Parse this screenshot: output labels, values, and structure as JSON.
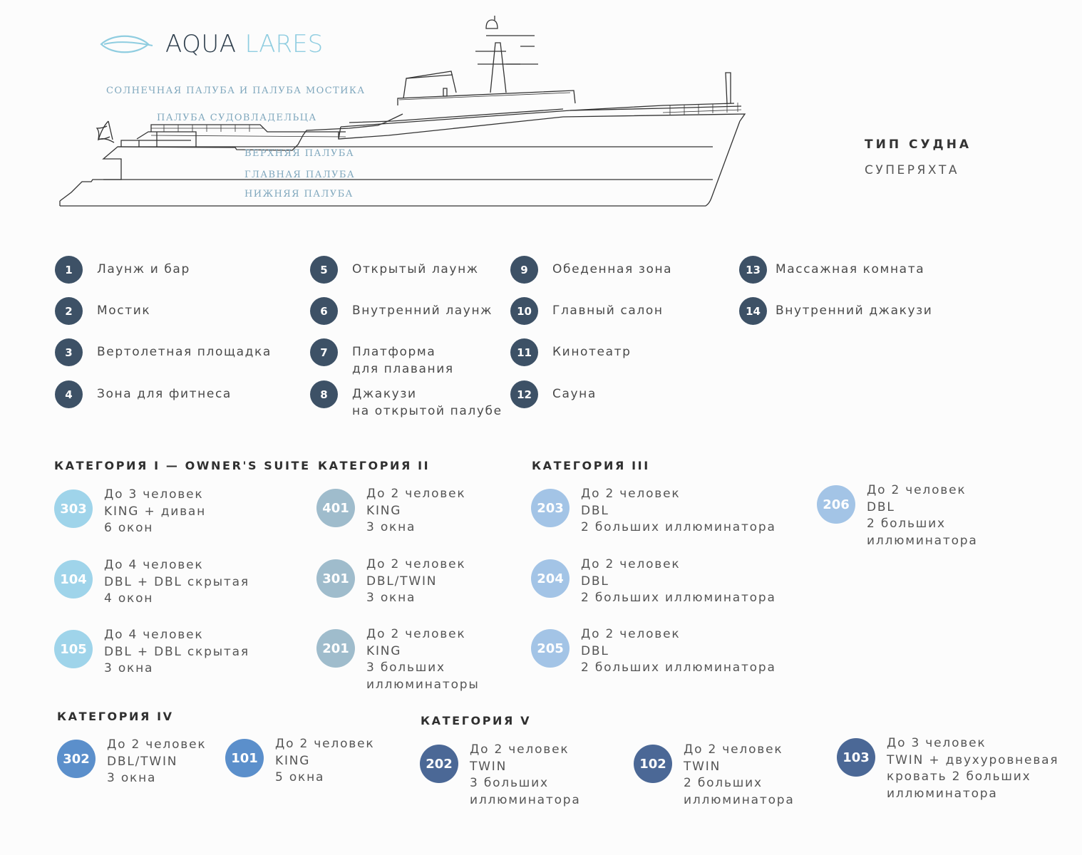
{
  "logo": {
    "word1": "AQUA",
    "word2": "LARES",
    "icon": "leaf-icon",
    "colors": {
      "dark": "#2f3f4d",
      "light": "#8fcde0"
    }
  },
  "decks": [
    "СОЛНЕЧНАЯ ПАЛУБА И ПАЛУБА МОСТИКА",
    "ПАЛУБА СУДОВЛАДЕЛЬЦА",
    "ВЕРХНЯЯ ПАЛУБА",
    "ГЛАВНАЯ ПАЛУБА",
    "НИЖНЯЯ ПАЛУБА"
  ],
  "vessel_type": {
    "heading": "ТИП СУДНА",
    "value": "СУПЕРЯХТА"
  },
  "legend": [
    {
      "num": "1",
      "label": "Лаунж и бар"
    },
    {
      "num": "2",
      "label": "Мостик"
    },
    {
      "num": "3",
      "label": "Вертолетная площадка"
    },
    {
      "num": "4",
      "label": "Зона для фитнеса"
    },
    {
      "num": "5",
      "label": "Открытый лаунж"
    },
    {
      "num": "6",
      "label": "Внутренний лаунж"
    },
    {
      "num": "7",
      "label": "Платформа\nдля плавания"
    },
    {
      "num": "8",
      "label": "Джакузи\nна открытой палубе"
    },
    {
      "num": "9",
      "label": "Обеденная зона"
    },
    {
      "num": "10",
      "label": "Главный салон"
    },
    {
      "num": "11",
      "label": "Кинотеатр"
    },
    {
      "num": "12",
      "label": "Сауна"
    },
    {
      "num": "13",
      "label": "Массажная комната"
    },
    {
      "num": "14",
      "label": "Внутренний джакузи"
    }
  ],
  "categories": [
    {
      "title": "КАТЕГОРИЯ I — OWNER'S SUITE",
      "color": "#9fd4ea",
      "cabins": [
        {
          "num": "303",
          "lines": [
            "До 3 человек",
            "KING + диван",
            "6 окон"
          ]
        },
        {
          "num": "104",
          "lines": [
            "До 4 человек",
            "DBL + DBL скрытая",
            "4 окон"
          ]
        },
        {
          "num": "105",
          "lines": [
            "До 4 человек",
            "DBL + DBL скрытая",
            "3 окна"
          ]
        }
      ]
    },
    {
      "title": "КАТЕГОРИЯ II",
      "color": "#9fbccc",
      "cabins": [
        {
          "num": "401",
          "lines": [
            "До 2 человек",
            "KING",
            "3 окна"
          ]
        },
        {
          "num": "301",
          "lines": [
            "До 2 человек",
            "DBL/TWIN",
            "3 окна"
          ]
        },
        {
          "num": "201",
          "lines": [
            "До 2 человек",
            "KING",
            "3 больших",
            "иллюминаторы"
          ]
        }
      ]
    },
    {
      "title": "КАТЕГОРИЯ III",
      "color": "#a3c4e6",
      "cabins": [
        {
          "num": "203",
          "lines": [
            "До 2 человек",
            "DBL",
            "2 больших иллюминатора"
          ]
        },
        {
          "num": "204",
          "lines": [
            "До 2 человек",
            "DBL",
            "2 больших иллюминатора"
          ]
        },
        {
          "num": "205",
          "lines": [
            "До 2 человек",
            "DBL",
            "2 больших иллюминатора"
          ]
        },
        {
          "num": "206",
          "lines": [
            "До 2 человек",
            "DBL",
            "2 больших",
            "иллюминатора"
          ]
        }
      ]
    },
    {
      "title": "КАТЕГОРИЯ IV",
      "color": "#5b8fcb",
      "cabins": [
        {
          "num": "302",
          "lines": [
            "До 2 человек",
            "DBL/TWIN",
            "3 окна"
          ]
        },
        {
          "num": "101",
          "lines": [
            "До 2 человек",
            "KING",
            "5 окна"
          ]
        }
      ]
    },
    {
      "title": "КАТЕГОРИЯ V",
      "color": "#4b6896",
      "cabins": [
        {
          "num": "202",
          "lines": [
            "До 2 человек",
            "TWIN",
            "3 больших",
            "иллюминатора"
          ]
        },
        {
          "num": "102",
          "lines": [
            "До 2 человек",
            "TWIN",
            "2 больших",
            "иллюминатора"
          ]
        },
        {
          "num": "103",
          "lines": [
            "До 3 человек",
            "TWIN + двухуровневая",
            "кровать 2 больших",
            "иллюминатора"
          ]
        }
      ]
    }
  ]
}
